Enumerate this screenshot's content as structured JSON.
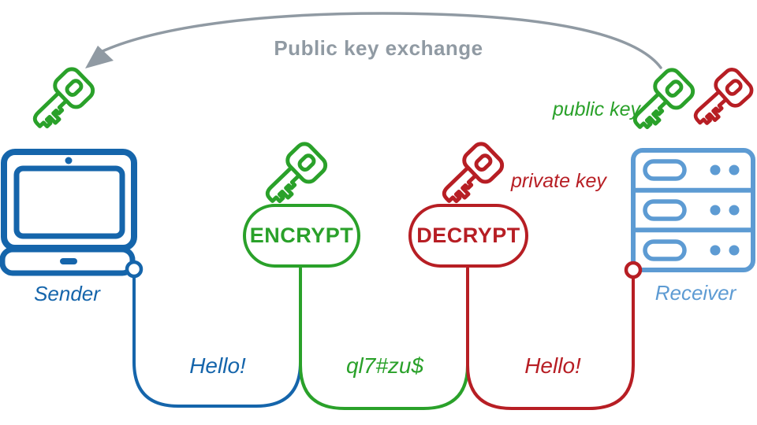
{
  "colors": {
    "blue": "#1565ab",
    "light_blue": "#5d9bd3",
    "green": "#2aa12a",
    "red": "#b71e24",
    "gray": "#909aa3"
  },
  "header": {
    "title": "Public key exchange"
  },
  "sender": {
    "label": "Sender"
  },
  "receiver": {
    "label": "Receiver"
  },
  "encrypt": {
    "label": "ENCRYPT"
  },
  "decrypt": {
    "label": "DECRYPT"
  },
  "annotations": {
    "public_key": "public key",
    "private_key": "private key"
  },
  "messages": {
    "plaintext_sent": "Hello!",
    "ciphertext": "ql7#zu$",
    "plaintext_received": "Hello!"
  },
  "icons": {
    "sender_device": "laptop-icon",
    "receiver_device": "server-icon",
    "exchange_arrow": "curved-arrow-icon",
    "public_key": "green-key-icon",
    "private_key": "red-key-icon"
  }
}
